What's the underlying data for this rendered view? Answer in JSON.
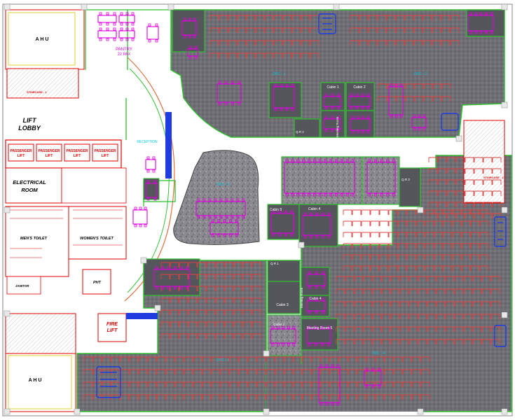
{
  "colors": {
    "carpet": "#6e6e74",
    "carpet_dark": "#55555c",
    "desk": "#e04040",
    "furniture": "#e000e0",
    "blue_furniture": "#1e3ce0",
    "wall_green": "#30c030",
    "wall_red": "#e02020",
    "wall_cyan": "#00c8e0",
    "core_fill": "#ffffff"
  },
  "labels": {
    "ahu_top": "A H U",
    "ahu_bottom": "A H U",
    "pantry": "PANTRY",
    "pantry_area": "22 PAX",
    "staircase_1": "STAIRCASE - 1",
    "staircase_2": "STAIRCASE - 2",
    "lift_lobby_1": "LIFT",
    "lift_lobby_2": "LOBBY",
    "passenger_lift": "PASSENGER",
    "lift": "LIFT",
    "electrical_room_1": "ELECTRICAL",
    "electrical_room_2": "ROOM",
    "mens_toilet": "MEN'S TOILET",
    "womens_toilet": "WOMEN'S TOILET",
    "janitor": "JANITOR",
    "pht": "PHT",
    "fire_lift_1": "FIRE",
    "fire_lift_2": "LIFT",
    "reception": "RECEPTION",
    "cabin_1": "Cabin 1",
    "cabin_2": "Cabin 2",
    "cabin_3_top": "Cabin 3",
    "cabin_3": "Cabin 3",
    "cabin_4_mid": "Cabin 4",
    "cabin_4": "Cabin 4",
    "cabin_5": "Cabin 5",
    "qr_1": "Q.R 1",
    "qr_2": "Q.R 2",
    "qr_3": "Q.R 3",
    "meeting_room_5": "Meeting Room 5",
    "meeting_room_v1": "Meeting Room",
    "meeting_room_v2": "Meeting Room",
    "odc_1": "ODC - 1",
    "odc_2": "ODC - 2",
    "odc_3": "ODC - 3",
    "odc_4": "ODC - 4",
    "odc_5": "ODC - 5"
  }
}
